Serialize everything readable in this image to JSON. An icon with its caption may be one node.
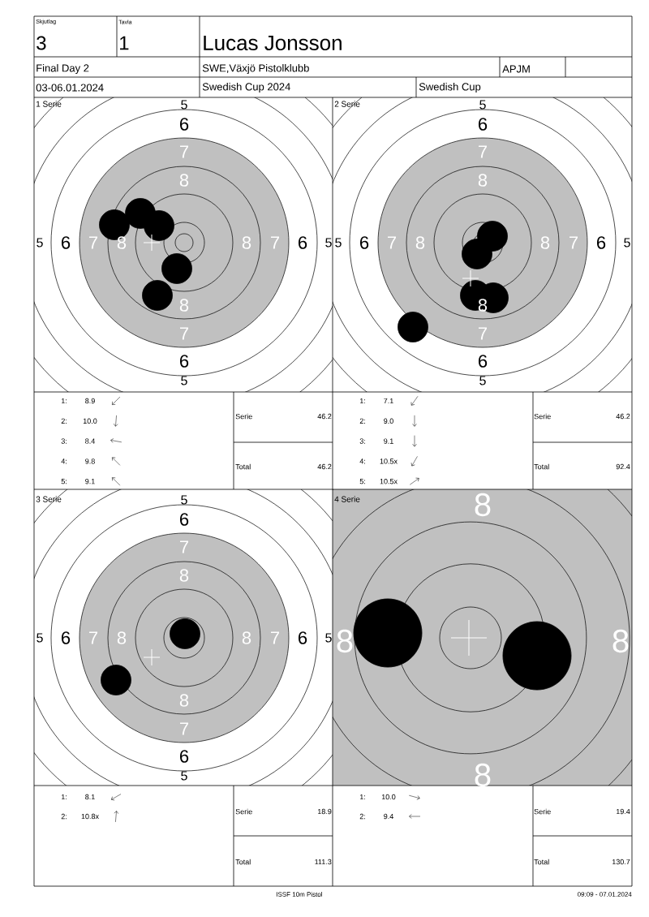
{
  "diagram": {
    "labels": [
      "Skjutlag",
      "Tavla",
      "3",
      "1",
      "Lucas Jonsson",
      "Final Day 2",
      "SWE,Växjö Pistolklubb",
      "APJM",
      "03-06.01.2024",
      "Swedish Cup 2024",
      "Swedish Cup",
      "1 Serie",
      "5",
      "6",
      "7",
      "8",
      "5",
      "6",
      "7",
      "8",
      "8",
      "7",
      "6",
      "5",
      "8",
      "7",
      "6",
      "5",
      "2 Serie",
      "5",
      "6",
      "7",
      "8",
      "5",
      "6",
      "7",
      "8",
      "8",
      "7",
      "6",
      "5",
      "8",
      "7",
      "6",
      "5",
      "1:",
      "8.9",
      "2:",
      "10.0",
      "3:",
      "8.4",
      "4:",
      "9.8",
      "5:",
      "9.1",
      "Serie",
      "46.2",
      "Total",
      "46.2",
      "1:",
      "7.1",
      "2:",
      "9.0",
      "3:",
      "9.1",
      "4:",
      "10.5x",
      "5:",
      "10.5x",
      "Serie",
      "46.2",
      "Total",
      "92.4",
      "3 Serie",
      "5",
      "6",
      "7",
      "8",
      "5",
      "6",
      "7",
      "8",
      "8",
      "7",
      "6",
      "5",
      "8",
      "7",
      "6",
      "5",
      "4 Serie",
      "8",
      "8",
      "8",
      "8",
      "1:",
      "8.1",
      "2:",
      "10.8x",
      "Serie",
      "18.9",
      "Total",
      "111.3",
      "1:",
      "10.0",
      "2:",
      "9.4",
      "Serie",
      "19.4",
      "Total",
      "130.7",
      "ISSF 10m Pistol",
      "09:09 - 07.01.2024"
    ]
  }
}
